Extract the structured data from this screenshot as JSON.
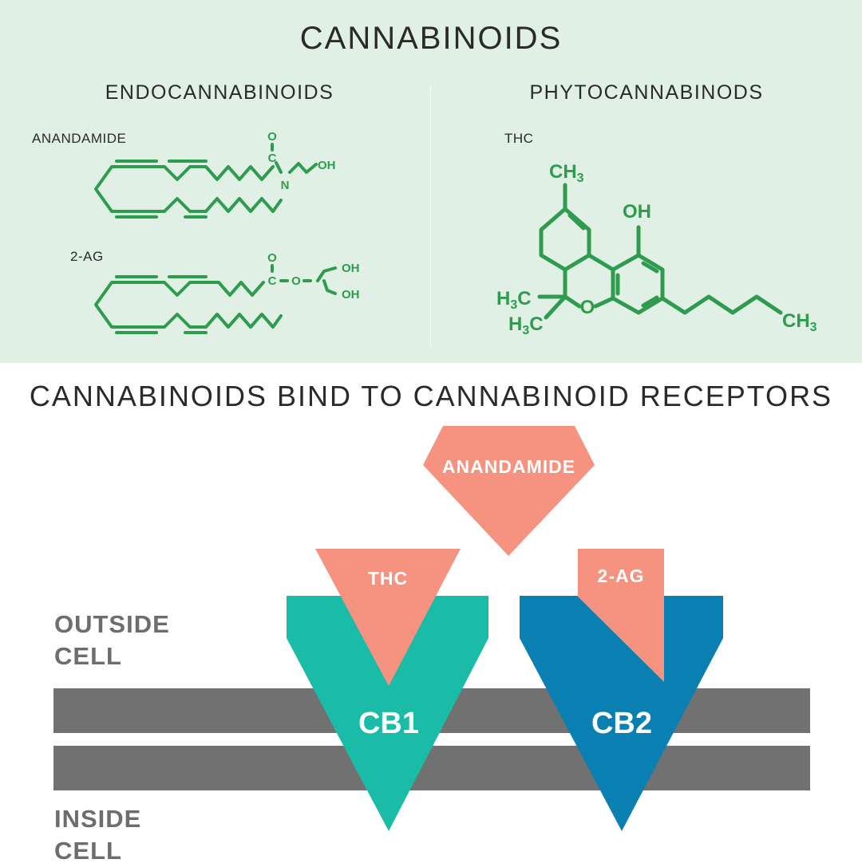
{
  "header": {
    "title": "CANNABINOIDS"
  },
  "endocannabinoids": {
    "title": "ENDOCANNABINOIDS",
    "anandamide": {
      "label": "ANANDAMIDE",
      "atoms": {
        "o": "O",
        "c": "C",
        "n": "N",
        "oh": "OH"
      }
    },
    "two_ag": {
      "label": "2-AG",
      "atoms": {
        "o_top": "O",
        "c": "C",
        "o_mid": "O",
        "oh1": "OH",
        "oh2": "OH"
      }
    }
  },
  "phytocannabinoids": {
    "title": "PHYTOCANNABINODS",
    "thc": {
      "label": "THC",
      "atoms": {
        "ch3_top": "CH",
        "oh": "OH",
        "h3c_1": "H",
        "h3c_2": "H",
        "o": "O",
        "ch3_right": "CH",
        "sub": "3",
        "c": "C"
      }
    }
  },
  "binding": {
    "title": "CANNABINOIDS BIND TO CANNABINOID RECEPTORS",
    "outside_cell": [
      "OUTSIDE",
      "CELL"
    ],
    "inside_cell": [
      "INSIDE",
      "CELL"
    ],
    "ligands": {
      "anandamide": "ANANDAMIDE",
      "thc": "THC",
      "two_ag": "2-AG"
    },
    "receptors": {
      "cb1": "CB1",
      "cb2": "CB2"
    }
  },
  "colors": {
    "panel_bg": "#e0f0e5",
    "molecule": "#2f9b4f",
    "ligand": "#f59280",
    "cb1": "#1abba7",
    "cb2": "#0a7fb2",
    "membrane": "#717171",
    "cell_label": "#6d6d6d"
  }
}
